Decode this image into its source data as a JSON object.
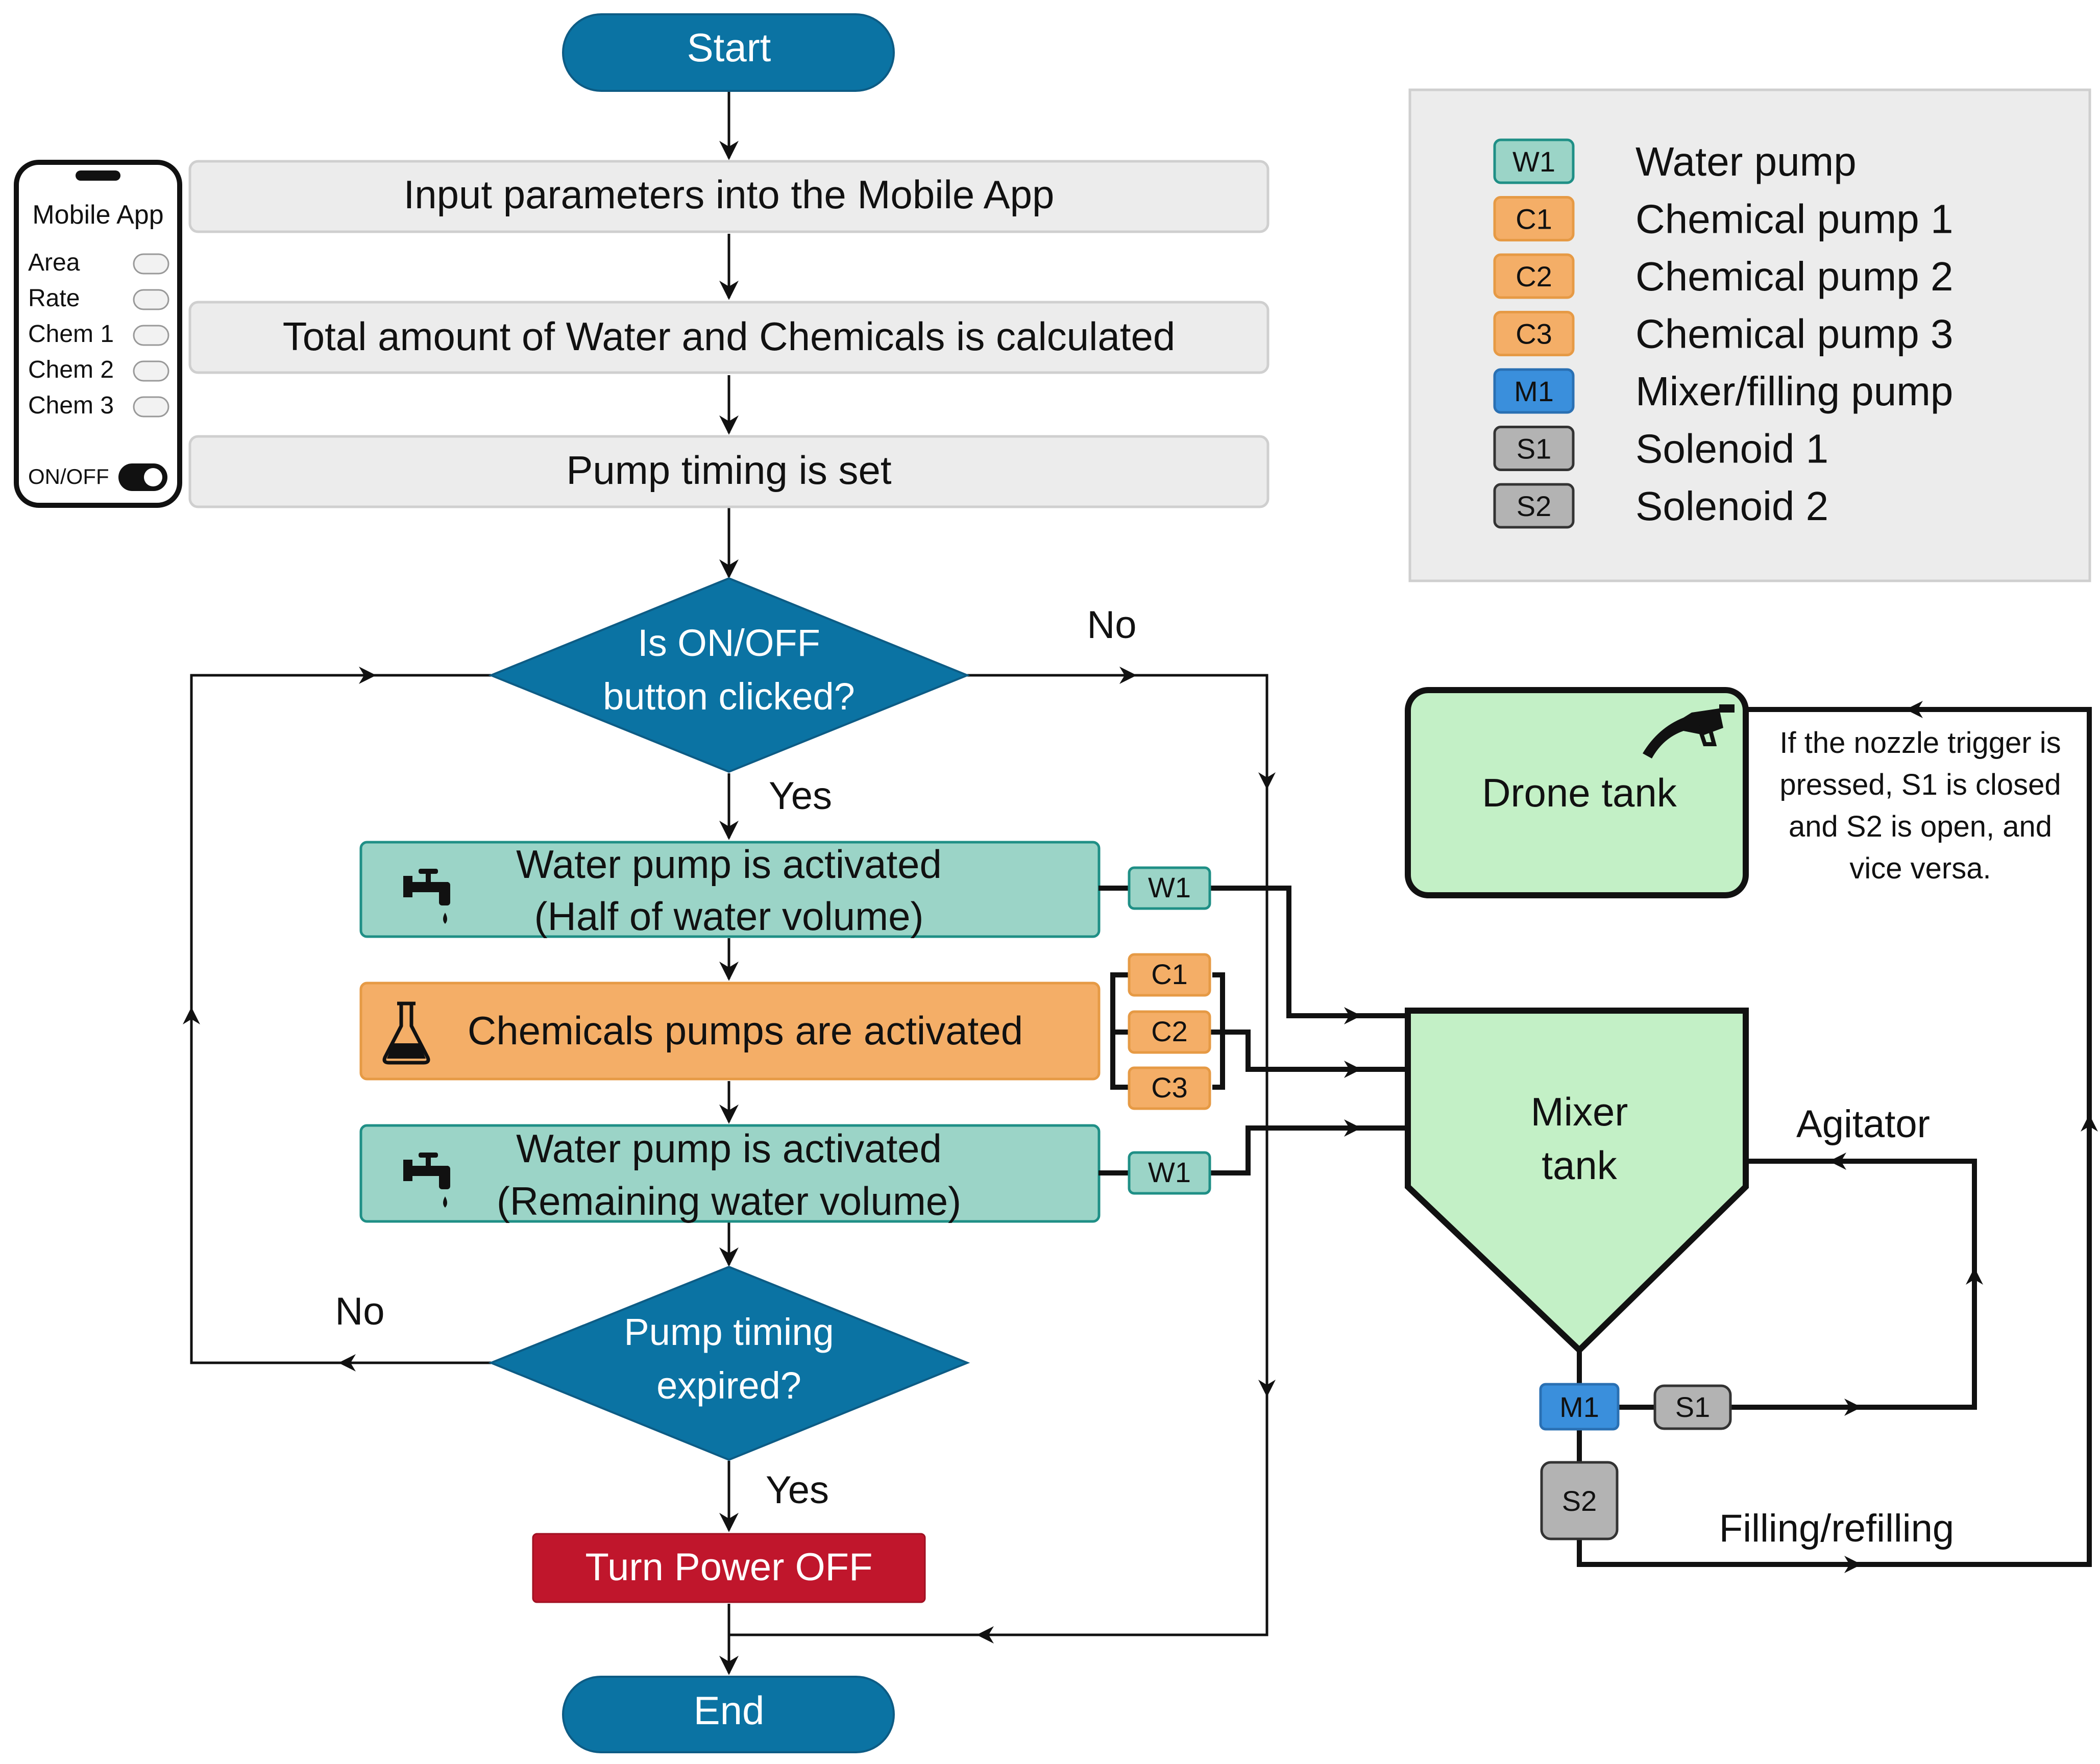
{
  "colors": {
    "terminal": "#0b73a3",
    "decision": "#0b73a3",
    "process": "#ececec",
    "water": "#9bd4c7",
    "chemical": "#f4ae67",
    "mixer": "#3a8fdc",
    "solenoid": "#b3b3b3",
    "tank": "#c3f0c6",
    "stop": "#c0162c",
    "legend_bg": "#ececec"
  },
  "flow": {
    "start": "Start",
    "input_params": "Input parameters into the Mobile App",
    "total_calc": "Total amount of Water and Chemicals is calculated",
    "pump_timing_set": "Pump timing is set",
    "decision_onoff_line1": "Is ON/OFF",
    "decision_onoff_line2": "button clicked?",
    "label_no_1": "No",
    "label_yes_1": "Yes",
    "water_pump_1_line1": "Water pump is activated",
    "water_pump_1_line2": "(Half of water volume)",
    "chemicals_pumps": "Chemicals pumps are activated",
    "water_pump_2_line1": "Water pump is activated",
    "water_pump_2_line2": "(Remaining water volume)",
    "decision_timing_line1": "Pump timing",
    "decision_timing_line2": "expired?",
    "label_no_2": "No",
    "label_yes_2": "Yes",
    "turn_power_off": "Turn Power OFF",
    "end": "End"
  },
  "mobile_app": {
    "title": "Mobile App",
    "fields": [
      "Area",
      "Rate",
      "Chem 1",
      "Chem 2",
      "Chem 3"
    ],
    "toggle_label": "ON/OFF",
    "toggle_on": true
  },
  "legend": {
    "items": [
      {
        "code": "W1",
        "label": "Water pump",
        "kind": "water"
      },
      {
        "code": "C1",
        "label": "Chemical pump 1",
        "kind": "chemical"
      },
      {
        "code": "C2",
        "label": "Chemical pump 2",
        "kind": "chemical"
      },
      {
        "code": "C3",
        "label": "Chemical pump 3",
        "kind": "chemical"
      },
      {
        "code": "M1",
        "label": "Mixer/filling pump",
        "kind": "mixer"
      },
      {
        "code": "S1",
        "label": "Solenoid 1",
        "kind": "solenoid"
      },
      {
        "code": "S2",
        "label": "Solenoid 2",
        "kind": "solenoid"
      }
    ]
  },
  "system": {
    "drone_tank": "Drone tank",
    "nozzle_note_lines": [
      "If the nozzle trigger is",
      "pressed, S1 is closed",
      "and S2 is open, and",
      "vice versa."
    ],
    "mixer_tank_line1": "Mixer",
    "mixer_tank_line2": "tank",
    "agitator": "Agitator",
    "filling": "Filling/refilling"
  },
  "pump_tags": {
    "w1_top": "W1",
    "c1": "C1",
    "c2": "C2",
    "c3": "C3",
    "w1_bottom": "W1",
    "m1": "M1",
    "s1": "S1",
    "s2": "S2"
  }
}
